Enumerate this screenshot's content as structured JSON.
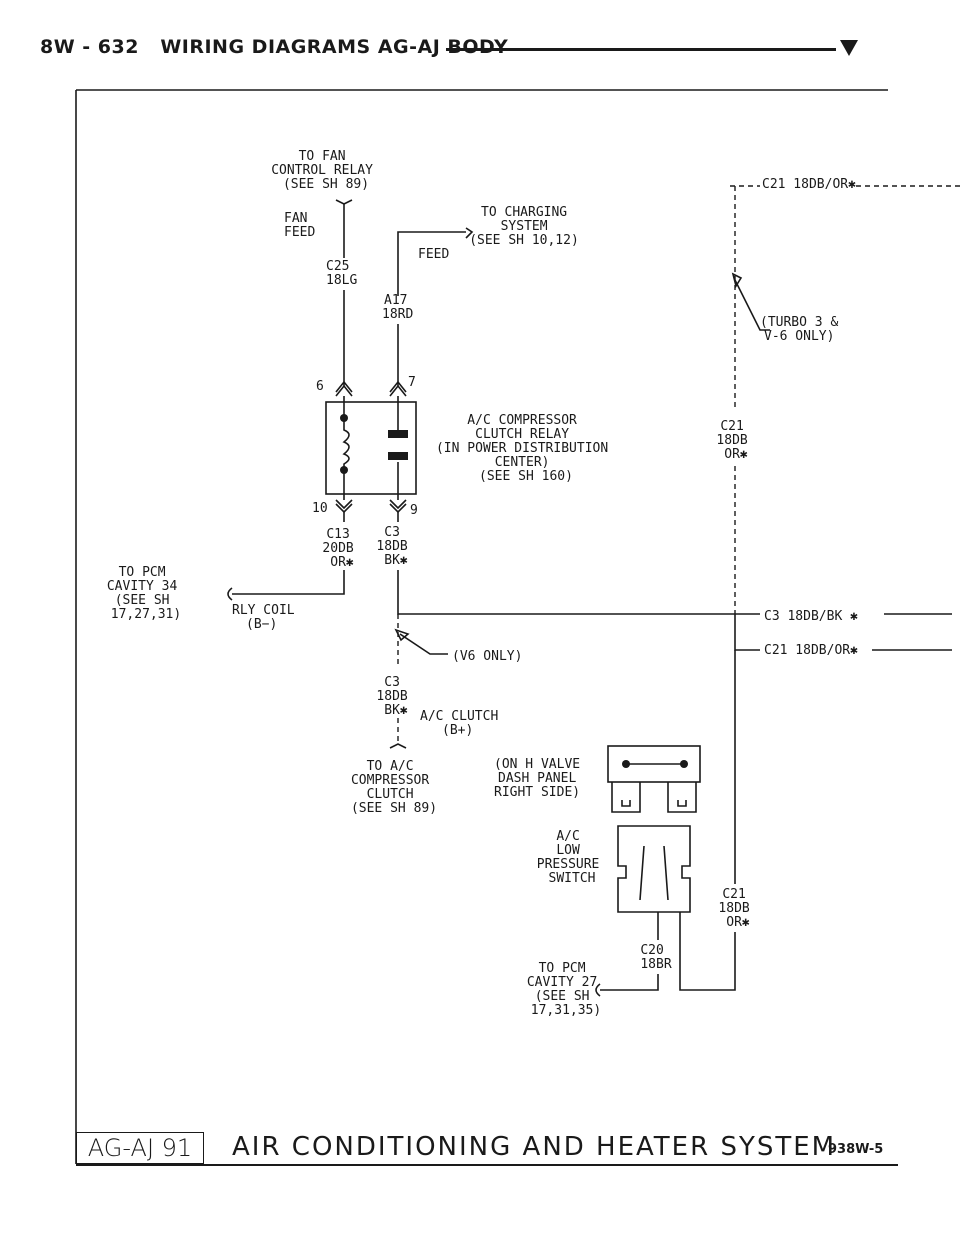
{
  "header": {
    "page": "8W - 632",
    "title": "WIRING DIAGRAMS AG-AJ BODY"
  },
  "labels": {
    "fan_relay": [
      "TO FAN",
      "CONTROL RELAY",
      "(SEE SH 89)"
    ],
    "fan_feed": [
      "FAN",
      "FEED"
    ],
    "charging": [
      "TO CHARGING",
      "SYSTEM",
      "(SEE SH 10,12)"
    ],
    "feed": "FEED",
    "c25": [
      "C25",
      "18LG"
    ],
    "a17": [
      "A17",
      "18RD"
    ],
    "turbo": [
      "(TURBO 3 &",
      "V-6 ONLY)"
    ],
    "c21_top": "C21 18DB/OR✱",
    "pin6": "6",
    "pin7": "7",
    "pin10": "10",
    "pin9": "9",
    "relay": [
      "A/C COMPRESSOR",
      "CLUTCH RELAY",
      "(IN POWER DISTRIBUTION",
      "CENTER)",
      "(SEE SH 160)"
    ],
    "c21_mid": [
      "C21",
      "18DB",
      "OR✱"
    ],
    "c13": [
      "C13",
      "20DB",
      "OR✱"
    ],
    "c3_upper": [
      "C3",
      "18DB",
      "BK✱"
    ],
    "to_pcm_34": [
      "TO PCM",
      "CAVITY 34",
      "(SEE SH",
      "17,27,31)"
    ],
    "rly_coil": [
      "RLY COIL",
      "(B−)"
    ],
    "c3_right": "C3 18DB/BK ✱",
    "c21_right": "C21 18DB/OR✱",
    "v6": "(V6 ONLY)",
    "c3_lower": [
      "C3",
      "18DB",
      "BK✱"
    ],
    "ac_clutch": [
      "A/C CLUTCH",
      "(B+)"
    ],
    "to_ac": [
      "TO A/C",
      "COMPRESSOR",
      "CLUTCH",
      "(SEE SH 89)"
    ],
    "h_valve": [
      "(ON H VALVE",
      "DASH PANEL",
      "RIGHT SIDE)"
    ],
    "switch": [
      "A/C",
      "LOW",
      "PRESSURE",
      "SWITCH"
    ],
    "c21_bottom": [
      "C21",
      "18DB",
      "OR✱"
    ],
    "c20": [
      "C20",
      "18BR"
    ],
    "to_pcm_27": [
      "TO PCM",
      "CAVITY 27",
      "(SEE SH",
      "17,31,35)"
    ]
  },
  "footer": {
    "model": "AG-AJ 91",
    "system": "AIR CONDITIONING AND HEATER SYSTEM",
    "code": "938W-5"
  }
}
